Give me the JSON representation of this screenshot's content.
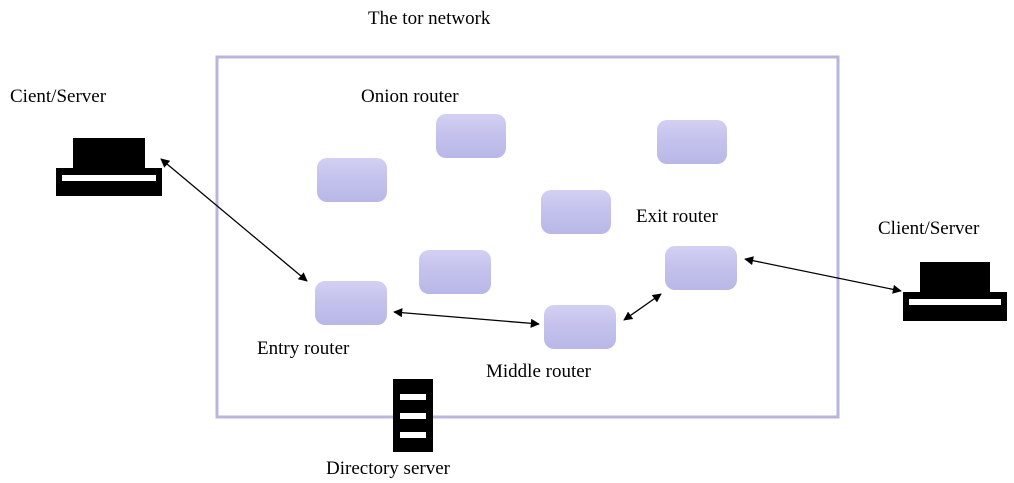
{
  "title": "The tor network",
  "labels": {
    "onion_router": "Onion router",
    "left_client": "Cient/Server",
    "right_client": "Client/Server",
    "entry_router": "Entry router",
    "middle_router": "Middle router",
    "exit_router": "Exit router",
    "directory_server": "Directory server"
  },
  "colors": {
    "network_border": "#b8b6dc",
    "router_fill": "#c3c1ec",
    "device_fill": "#000000",
    "arrow": "#000000"
  },
  "icons": {
    "router": "rounded-rectangle",
    "client": "computer-terminal-icon",
    "directory": "server-tower-icon"
  }
}
